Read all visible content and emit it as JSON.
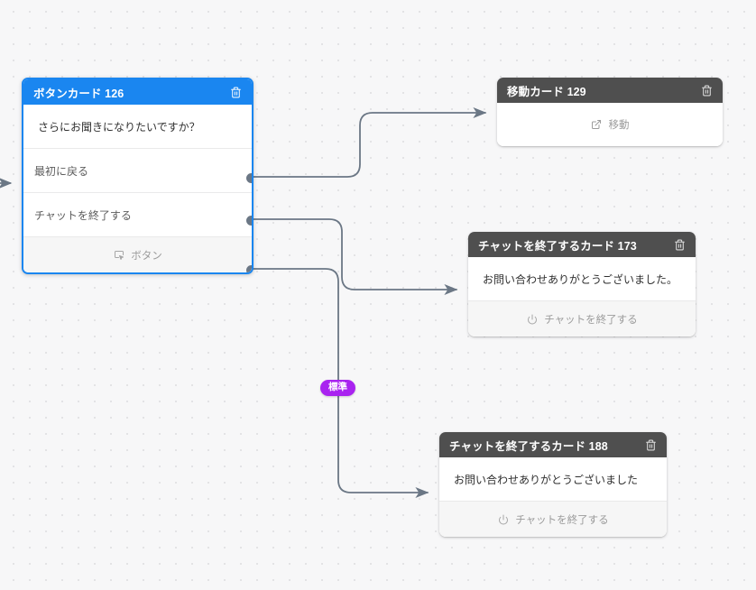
{
  "canvas": {
    "background_color": "#f7f7f8",
    "dot_color": "#dcdcdf",
    "edge_color": "#6b7785"
  },
  "nodes": [
    {
      "id": "126",
      "type": "button-card",
      "header": {
        "title": "ボタンカード 126",
        "color": "#1a86f0",
        "delete_icon": "trash-icon"
      },
      "selected": true,
      "message": "さらにお聞きになりたいですか？",
      "options": [
        {
          "label": "最初に戻る"
        },
        {
          "label": "チャットを終了する"
        }
      ],
      "footer": {
        "icon": "button-pointer-icon",
        "label": "ボタン"
      }
    },
    {
      "id": "129",
      "type": "transfer-card",
      "header": {
        "title": "移動カード 129",
        "color": "#4f4f4f",
        "delete_icon": "trash-icon"
      },
      "selected": false,
      "footer": {
        "icon": "external-link-icon",
        "label": "移動"
      }
    },
    {
      "id": "173",
      "type": "end-chat-card",
      "header": {
        "title": "チャットを終了するカード 173",
        "color": "#4f4f4f",
        "delete_icon": "trash-icon"
      },
      "selected": false,
      "message": "お問い合わせありがとうございました。",
      "footer": {
        "icon": "power-icon",
        "label": "チャットを終了する"
      }
    },
    {
      "id": "188",
      "type": "end-chat-card",
      "header": {
        "title": "チャットを終了するカード 188",
        "color": "#4f4f4f",
        "delete_icon": "trash-icon"
      },
      "selected": false,
      "message": "お問い合わせありがとうございました",
      "footer": {
        "icon": "power-icon",
        "label": "チャットを終了する"
      }
    }
  ],
  "edges": [
    {
      "from": "126:option-0",
      "to": "129",
      "badge": null
    },
    {
      "from": "126:option-1",
      "to": "173",
      "badge": null
    },
    {
      "from": "126:footer",
      "to": "188",
      "badge": "標準"
    }
  ],
  "edge_badge": {
    "label": "標準",
    "color": "#a923f0"
  }
}
